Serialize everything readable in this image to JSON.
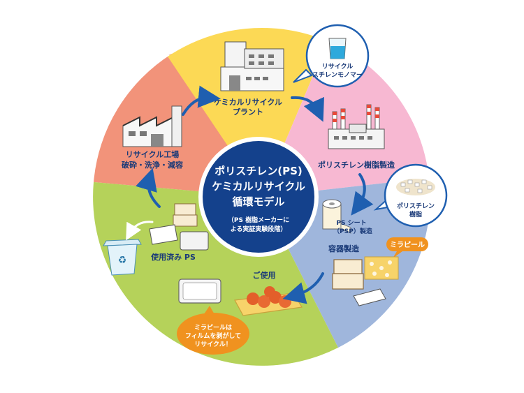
{
  "center": {
    "line1": "ポリスチレン(PS)",
    "line2": "ケミカルリサイクル",
    "line3": "循環モデル",
    "note1": "（PS 樹脂メーカーに",
    "note2": "よる実証実験段階）"
  },
  "stages": {
    "recycle_factory_1": "リサイクル工場",
    "recycle_factory_2": "破砕・洗浄・減容",
    "chem_plant_1": "ケミカルリサイクル",
    "chem_plant_2": "プラント",
    "ps_production": "ポリスチレン樹脂製造",
    "container_production": "容器製造",
    "usage": "ご使用",
    "used_ps": "使用済み PS"
  },
  "callouts": {
    "monomer_1": "リサイクル",
    "monomer_2": "スチレンモノマー",
    "resin_1": "ポリスチレン",
    "resin_2": "樹脂",
    "ps_sheet_1": "PS シート",
    "ps_sheet_2": "（PSP）製造",
    "mirapeel": "ミラピール",
    "note_1": "ミラピールは",
    "note_2": "フィルムを剥がして",
    "note_3": "リサイクル！"
  },
  "colors": {
    "salmon": "#f2937a",
    "yellow": "#fcd955",
    "pink": "#f7b8d2",
    "blue": "#9fb6dc",
    "green": "#b5d25a",
    "navy": "#14418c",
    "orange": "#f0921f"
  }
}
